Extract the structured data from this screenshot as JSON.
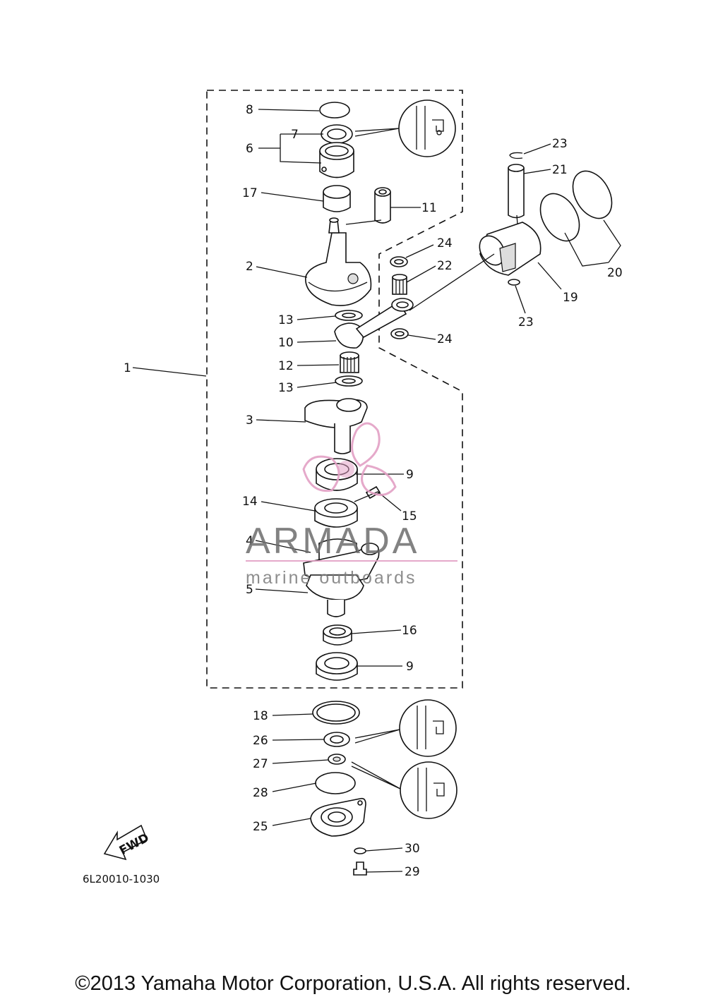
{
  "diagram": {
    "part_labels": [
      "1",
      "2",
      "3",
      "4",
      "5",
      "6",
      "7",
      "8",
      "9",
      "9",
      "10",
      "11",
      "12",
      "13",
      "13",
      "14",
      "15",
      "16",
      "17",
      "18",
      "19",
      "20",
      "21",
      "22",
      "23",
      "23",
      "24",
      "24",
      "25",
      "26",
      "27",
      "28",
      "29",
      "30"
    ],
    "fwd_label": "FWD",
    "diagram_code": "6L20010-1030"
  },
  "watermark": {
    "brand": "ARMADA",
    "tagline": "marine outboards",
    "logo_color": "#e3a0c4"
  },
  "footer": {
    "copyright": "©2013 Yamaha Motor Corporation, U.S.A. All rights reserved."
  }
}
